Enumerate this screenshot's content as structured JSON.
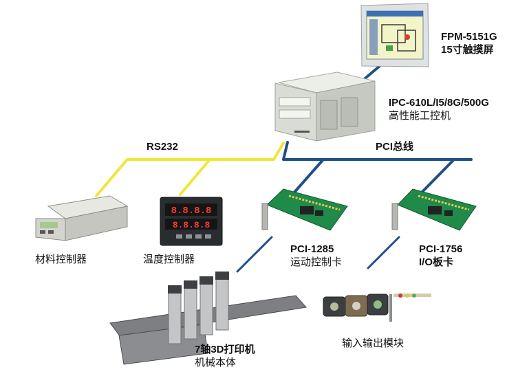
{
  "bus_labels": {
    "rs232": "RS232",
    "pci": "PCI总线"
  },
  "devices": {
    "touchscreen": {
      "model": "FPM-5151G",
      "desc": "15寸触摸屏"
    },
    "ipc": {
      "model": "IPC-610L/I5/8G/500G",
      "desc": "高性能工控机"
    },
    "material_controller": {
      "desc": "材料控制器"
    },
    "temp_controller": {
      "desc": "温度控制器"
    },
    "motion_card": {
      "model": "PCI-1285",
      "desc": "运动控制卡"
    },
    "io_card": {
      "model": "PCI-1756",
      "desc": "I/O板卡"
    },
    "printer": {
      "line1": "7轴3D打印机",
      "line2": "机械本体"
    },
    "io_module": {
      "desc": "输入输出模块"
    },
    "temp_display": {
      "line1": "8.8.8.8",
      "line2": "8.8.8.8"
    }
  },
  "colors": {
    "rs232_line": "#f0e63a",
    "pci_line": "#1f4f86",
    "pcb": "#1f8a4a",
    "chassis": "#d9dcd6"
  }
}
